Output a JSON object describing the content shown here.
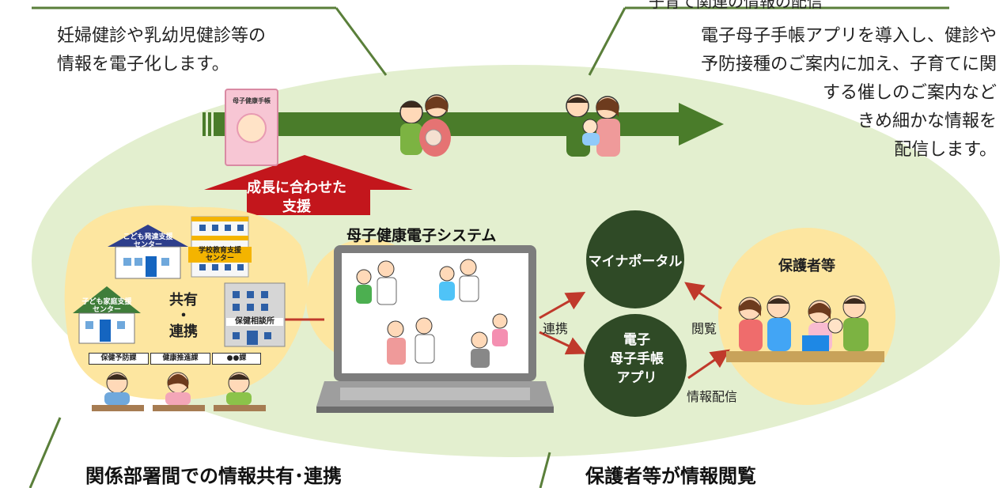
{
  "top_right_partial": "子育て関連の情報の配信",
  "callout_left": {
    "lines": [
      "妊婦健診や乳幼児健診等の",
      "情報を電子化します。"
    ]
  },
  "callout_right": {
    "lines": [
      "電子母子手帳アプリを導入し、健診や",
      "予防接種のご案内に加え、子育てに関",
      "する催しのご案内など",
      "きめ細かな情報を",
      "配信します。"
    ]
  },
  "handbook_label": "母子健康手帳",
  "support_arrow": {
    "lines": [
      "成長に合わせた",
      "支援"
    ]
  },
  "system_title": "母子健康電子システム",
  "buildings": {
    "kodomo_hattatsu": [
      "こども発達支援",
      "センター"
    ],
    "gakko_kyoiku": [
      "学校教育支援",
      "センター"
    ],
    "kodomo_katei": [
      "子ども家庭支援",
      "センター"
    ],
    "hoken_sodan": "保健相談所"
  },
  "share_label": [
    "共有",
    "・",
    "連携"
  ],
  "desks": [
    "保健予防課",
    "健康推進課",
    "●●課"
  ],
  "portal_label": "マイナポータル",
  "app_label": [
    "電子",
    "母子手帳",
    "アプリ"
  ],
  "guardians_label": "保護者等",
  "arrow_labels": {
    "renkei": "連携",
    "etsuran": "閲覧",
    "haishin": "情報配信"
  },
  "bottom_left": "関係部署間での情報共有･連携",
  "bottom_right": "保護者等が情報閲覧",
  "colors": {
    "ellipse": "#e3efcf",
    "timeline_arrow": "#4a7c2a",
    "support_arrow": "#c3161c",
    "dark_circle": "#2f4a26",
    "yellow_blob": "#fde6a0",
    "callout_line": "#5a7f3a",
    "red_arrow": "#c0392b"
  }
}
